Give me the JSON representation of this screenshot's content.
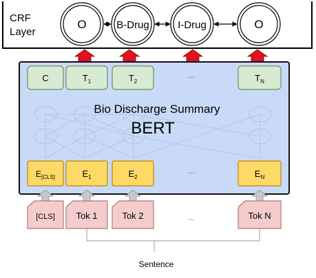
{
  "crf": {
    "label_line1": "CRF",
    "label_line2": "Layer",
    "nodes": [
      "O",
      "B-Drug",
      "I-Drug",
      "O"
    ]
  },
  "bert": {
    "subtitle": "Bio Discharge Summary",
    "title": "BERT",
    "outputs": {
      "c": "C",
      "t": "T",
      "t1_sub": "1",
      "t2_sub": "2",
      "tn_sub": "N",
      "ellipsis": "..."
    },
    "embeddings": {
      "e": "E",
      "cls_sub": "[CLS]",
      "e1_sub": "1",
      "e2_sub": "2",
      "en_sub": "N",
      "ellipsis": "..."
    }
  },
  "tokens": [
    "[CLS]",
    "Tok 1",
    "Tok 2",
    "...",
    "Tok N"
  ],
  "sentence_label": "Sentence",
  "colors": {
    "bert_fill": "#c9daf8",
    "output_fill": "#d9ead3",
    "output_stroke": "#6a8f62",
    "embed_fill": "#ffd966",
    "embed_stroke": "#b8860b",
    "token_fill": "#f4cccc",
    "token_stroke": "#b07878",
    "arrow_red": "#e0121f",
    "arrow_gray": "#c8c8c8"
  }
}
